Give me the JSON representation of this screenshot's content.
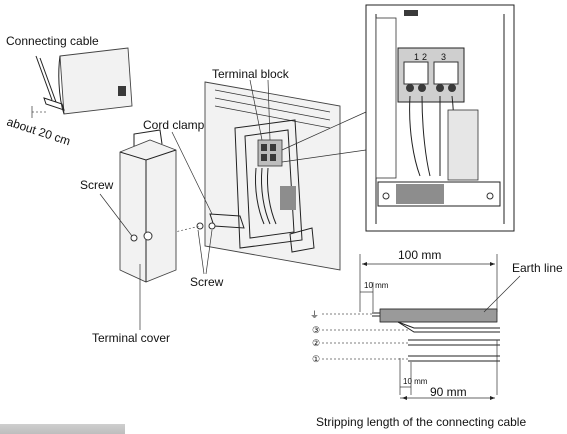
{
  "labels": {
    "connecting_cable": "Connecting cable",
    "about_20cm": "about 20 cm",
    "terminal_block": "Terminal block",
    "cord_clamp": "Cord clamp",
    "screw_left": "Screw",
    "screw_bottom": "Screw",
    "terminal_cover": "Terminal cover",
    "earth_line": "Earth line",
    "stripping_caption": "Stripping length of the connecting cable"
  },
  "terminal_numbers": {
    "t1": "1",
    "t2": "2",
    "t3": "3"
  },
  "dimensions": {
    "total": "100 mm",
    "earth_strip": "10 mm",
    "core_strip": "10 mm",
    "sheath": "90 mm"
  },
  "wire_markers": {
    "earth": "⏚",
    "w3": "③",
    "w2": "②",
    "w1": "①"
  },
  "colors": {
    "line": "#222222",
    "fill": "#f2f2f2",
    "note_bar": "#c4c4c4"
  }
}
